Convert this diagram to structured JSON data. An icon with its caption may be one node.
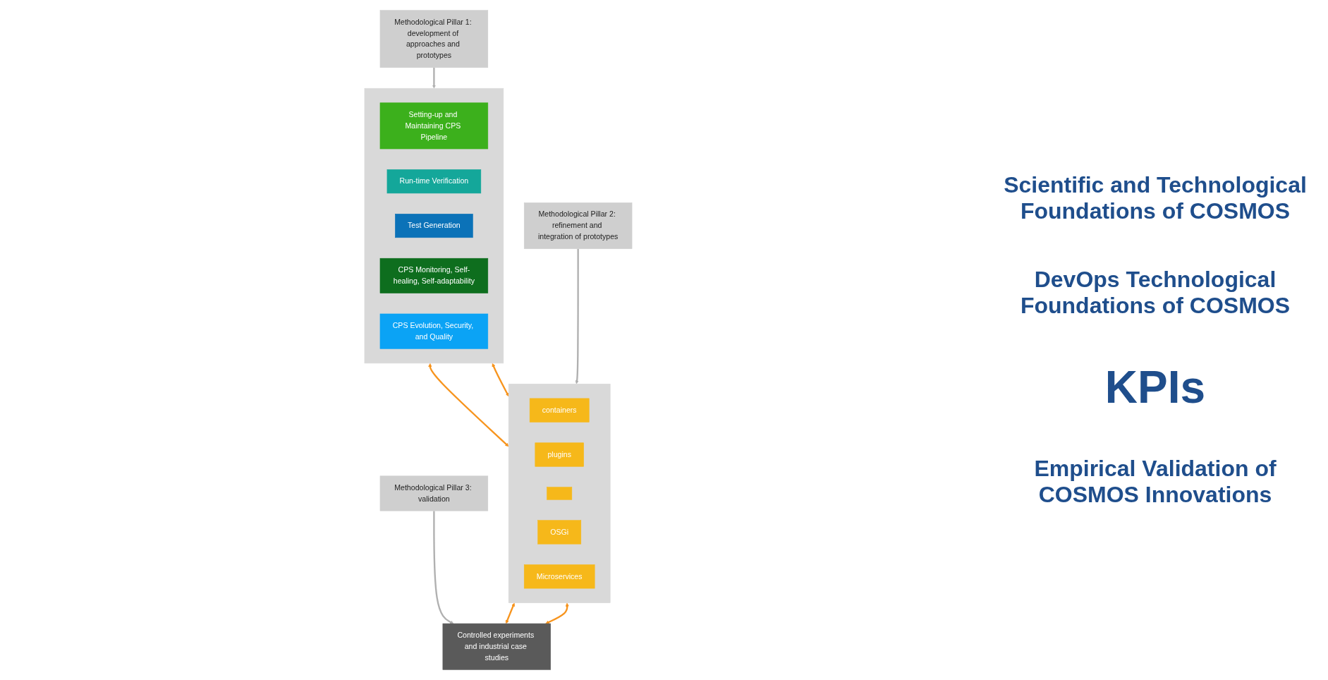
{
  "diagram": {
    "nodes": [
      {
        "text": [],
        "shape": "box"
      },
      {
        "text": [
          "Setting-up and Maintaining CPS Pipeline"
        ],
        "in": 0
      },
      {
        "text": [
          "Run-time Verification"
        ],
        "in": 0
      },
      {
        "text": [
          "Test Generation"
        ],
        "in": 0
      },
      {
        "text": [
          "CPS Monitoring, Self-healing, Self-adaptability"
        ],
        "in": 0
      },
      {
        "text": [
          "CPS Evolution, Security, and Quality"
        ],
        "in": 0
      },
      {
        "text": [],
        "shape": "box"
      },
      {
        "text": [
          "containers"
        ],
        "in": 6
      },
      {
        "text": [
          "plugins"
        ],
        "in": 6
      },
      {
        "text": [],
        "shape": "box",
        "in": 6
      },
      {
        "text": [
          "OSGi"
        ],
        "in": 6
      },
      {
        "text": [
          "Microservices"
        ],
        "in": 6
      },
      {
        "text": [
          "Controlled experiments and industrial case studies"
        ]
      },
      {
        "text": [
          "Methodological Pillar 1: development of approaches and prototypes"
        ]
      },
      {
        "text": [
          "Methodological Pillar 2: refinement and integration of prototypes"
        ]
      },
      {
        "text": [
          "Methodological Pillar 3: validation"
        ]
      }
    ],
    "edges": [
      {
        "from": 0,
        "to": 6,
        "arrow": "both",
        "color": "#f7941d"
      },
      {
        "from": 0,
        "to": 6,
        "arrow": "both",
        "color": "#f7941d"
      },
      {
        "from": 6,
        "to": 12,
        "arrow": "both",
        "color": "#f7941d"
      },
      {
        "from": 6,
        "to": 12,
        "arrow": "both",
        "color": "#f7941d"
      },
      {
        "from": 13,
        "to": 0,
        "arrow": "to",
        "color": "#b0b0b0"
      },
      {
        "from": 14,
        "to": 6,
        "arrow": "to",
        "color": "#b0b0b0"
      },
      {
        "from": 15,
        "to": 12,
        "arrow": "to",
        "color": "#b0b0b0"
      }
    ],
    "labels": [
      "Scientific and Technological Foundations of COSMOS",
      "DevOps Technological Foundations of COSMOS",
      "KPIs",
      "Empirical Validation of COSMOS Innovations"
    ]
  }
}
